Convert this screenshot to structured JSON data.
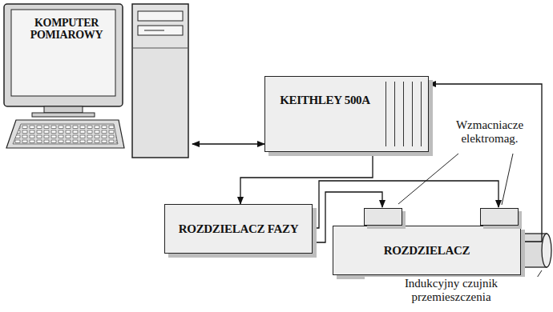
{
  "diagram": {
    "nodes": [
      {
        "text": [
          "KOMPUTER POMIAROWY"
        ]
      },
      {
        "text": [
          "KEITHLEY 500A"
        ]
      },
      {
        "text": [
          "ROZDZIELACZ FAZY"
        ]
      },
      {
        "text": [
          "ROZDZIELACZ"
        ]
      }
    ],
    "edges": [
      {
        "from": 0,
        "to": 1,
        "arrow": "both"
      },
      {
        "from": 1,
        "to": 2,
        "arrow": "to"
      },
      {
        "from": 2,
        "to": 3,
        "arrow": "to"
      },
      {
        "from": 2,
        "to": 3,
        "arrow": "to"
      },
      {
        "from": 3,
        "to": 1,
        "arrow": "to"
      }
    ],
    "labels": [
      "Wzmacniacze elektromag.",
      "Indukcyjny czujnik przemieszczenia"
    ]
  }
}
